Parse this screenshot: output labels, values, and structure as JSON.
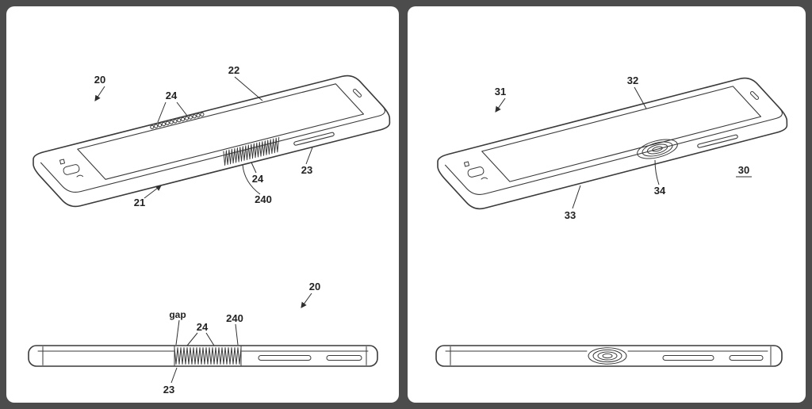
{
  "colors": {
    "background": "#4c4c4c",
    "panel": "#ffffff",
    "line": "#3a3a3a"
  },
  "left_figure": {
    "perspective": {
      "ref20": "20",
      "ref21": "21",
      "ref22": "22",
      "ref23": "23",
      "ref24_perforations": "24",
      "ref24_segment": "24",
      "ref240": "240"
    },
    "side": {
      "gap": "gap",
      "ref24": "24",
      "ref240": "240",
      "ref23": "23",
      "ref20": "20"
    }
  },
  "right_figure": {
    "perspective": {
      "ref30": "30",
      "ref31": "31",
      "ref32": "32",
      "ref33": "33",
      "ref34": "34"
    }
  }
}
